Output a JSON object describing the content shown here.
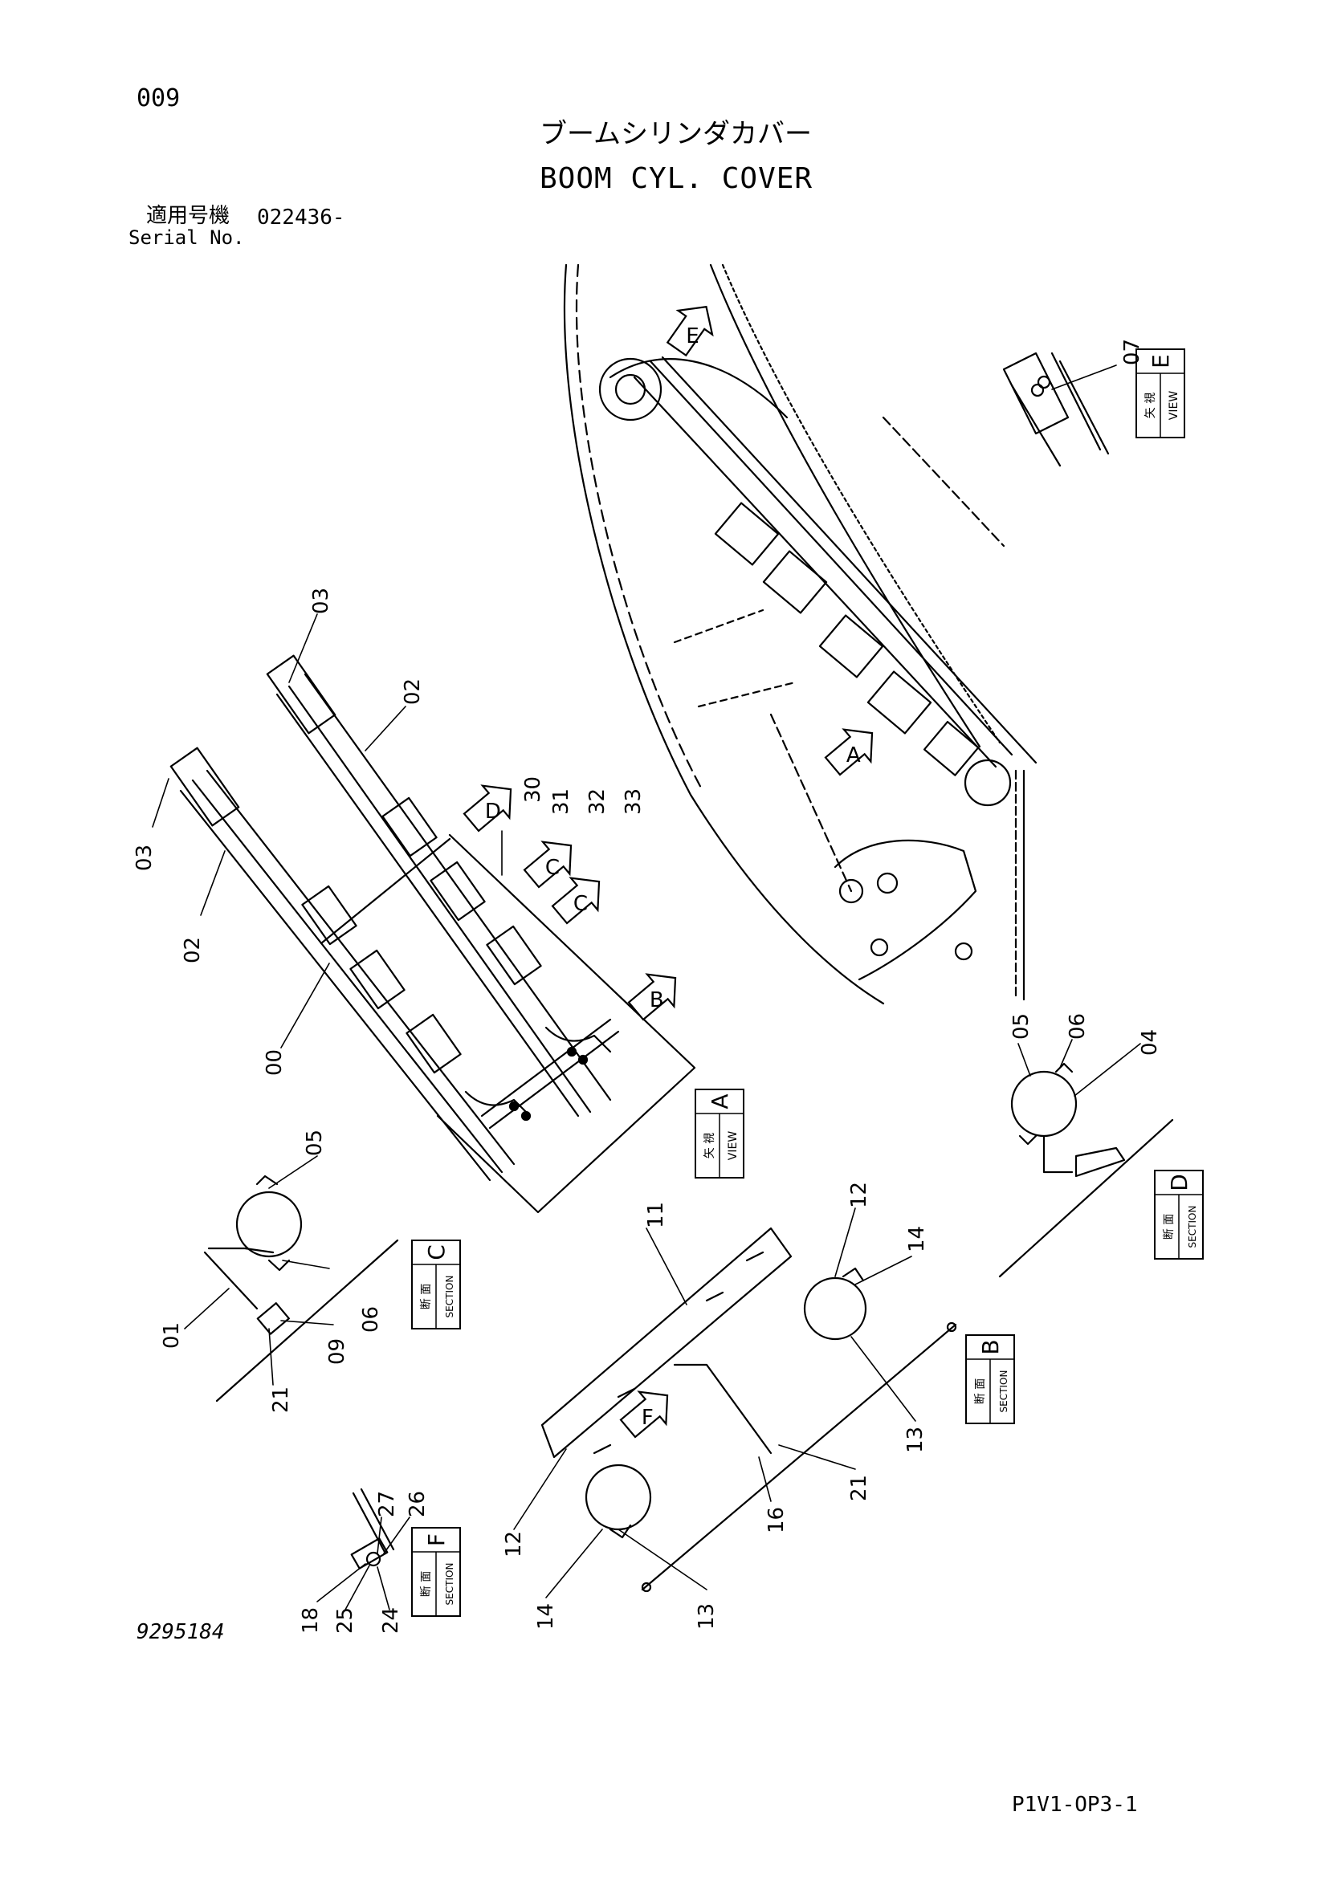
{
  "header": {
    "page_number": "009",
    "title_jp": "ブームシリンダカバー",
    "title_en": "BOOM CYL. COVER",
    "serial_label_jp": "適用号機",
    "serial_value": "022436-",
    "serial_label_en": "Serial No."
  },
  "footer": {
    "drawing_number": "9295184",
    "page_code": "P1V1-OP3-1"
  },
  "view_boxes": [
    {
      "jp": "矢 視",
      "en": "VIEW",
      "letter": "E"
    },
    {
      "jp": "矢 視",
      "en": "VIEW",
      "letter": "A"
    },
    {
      "jp": "断 面",
      "en": "SECTION",
      "letter": "D"
    },
    {
      "jp": "断 面",
      "en": "SECTION",
      "letter": "C"
    },
    {
      "jp": "断 面",
      "en": "SECTION",
      "letter": "B"
    },
    {
      "jp": "断 面",
      "en": "SECTION",
      "letter": "F"
    }
  ],
  "view_arrows": [
    "E",
    "A",
    "D",
    "C",
    "C",
    "B",
    "F"
  ],
  "part_callouts": [
    "07",
    "03",
    "02",
    "03",
    "02",
    "30",
    "31",
    "32",
    "33",
    "00",
    "05",
    "06",
    "04",
    "05",
    "01",
    "06",
    "09",
    "21",
    "11",
    "12",
    "14",
    "13",
    "21",
    "16",
    "12",
    "14",
    "13",
    "27",
    "26",
    "18",
    "25",
    "24"
  ]
}
